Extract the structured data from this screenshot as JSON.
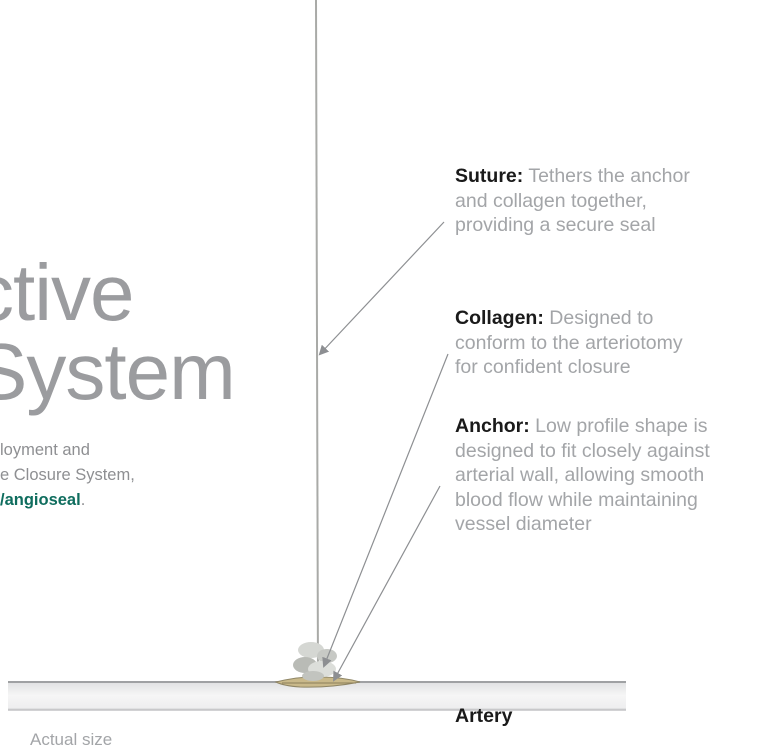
{
  "headline": {
    "line1": "ctive",
    "line2": "System"
  },
  "intro": {
    "line1": "loyment and",
    "line2": "e Closure System,",
    "link": "/angioseal",
    "suffix": "."
  },
  "callouts": [
    {
      "term": "Suture:",
      "lines": [
        "Tethers the anchor",
        "and collagen together,",
        "providing a secure seal"
      ]
    },
    {
      "term": "Collagen:",
      "lines": [
        "Designed to",
        "conform to the arteriotomy",
        "for confident closure"
      ]
    },
    {
      "term": "Anchor:",
      "lines": [
        "Low profile shape is",
        "designed to fit closely against",
        "arterial wall, allowing smooth",
        "blood flow while maintaining",
        "vessel diameter"
      ]
    }
  ],
  "artery_label": "Artery",
  "caption": "Actual size",
  "colors": {
    "headline": "#9b9c9f",
    "link": "#0f6d5e",
    "callout_body": "#a3a5a8",
    "callout_term": "#1a1a1a"
  }
}
